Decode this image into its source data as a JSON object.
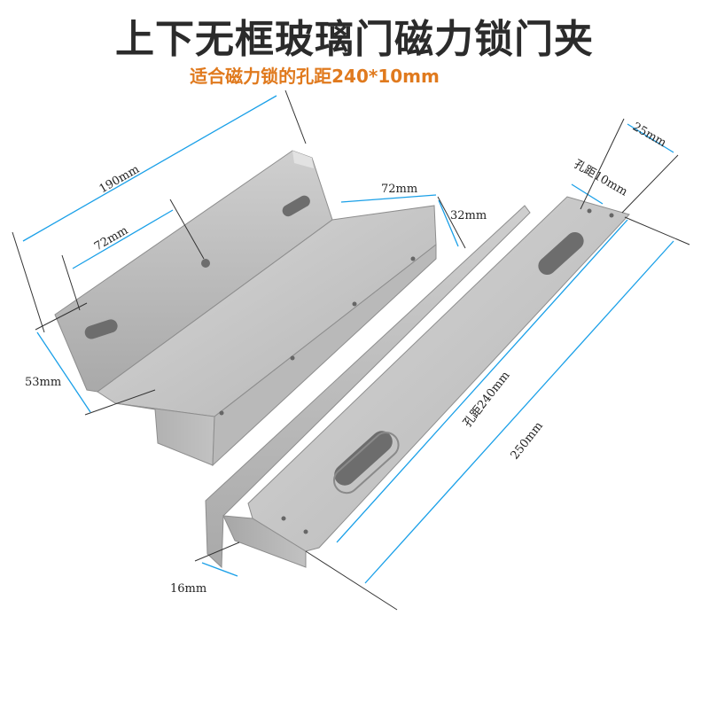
{
  "header": {
    "title": "上下无框玻璃门磁力锁门夹",
    "subtitle": "适合磁力锁的孔距240*10mm"
  },
  "dimensions": {
    "left_length": "190mm",
    "left_hole_spacing": "72mm",
    "left_height": "53mm",
    "center_width": "72mm",
    "center_depth": "32mm",
    "right_width": "25mm",
    "right_hole_gap": "孔距10mm",
    "right_hole_spacing": "孔距240mm",
    "right_length": "250mm",
    "bottom_lip": "16mm"
  },
  "colors": {
    "dimension_line": "#1aa0e8",
    "subtitle": "#e07a1e",
    "metal_light": "#c9c9c9",
    "metal_dark": "#9a9a9a"
  }
}
